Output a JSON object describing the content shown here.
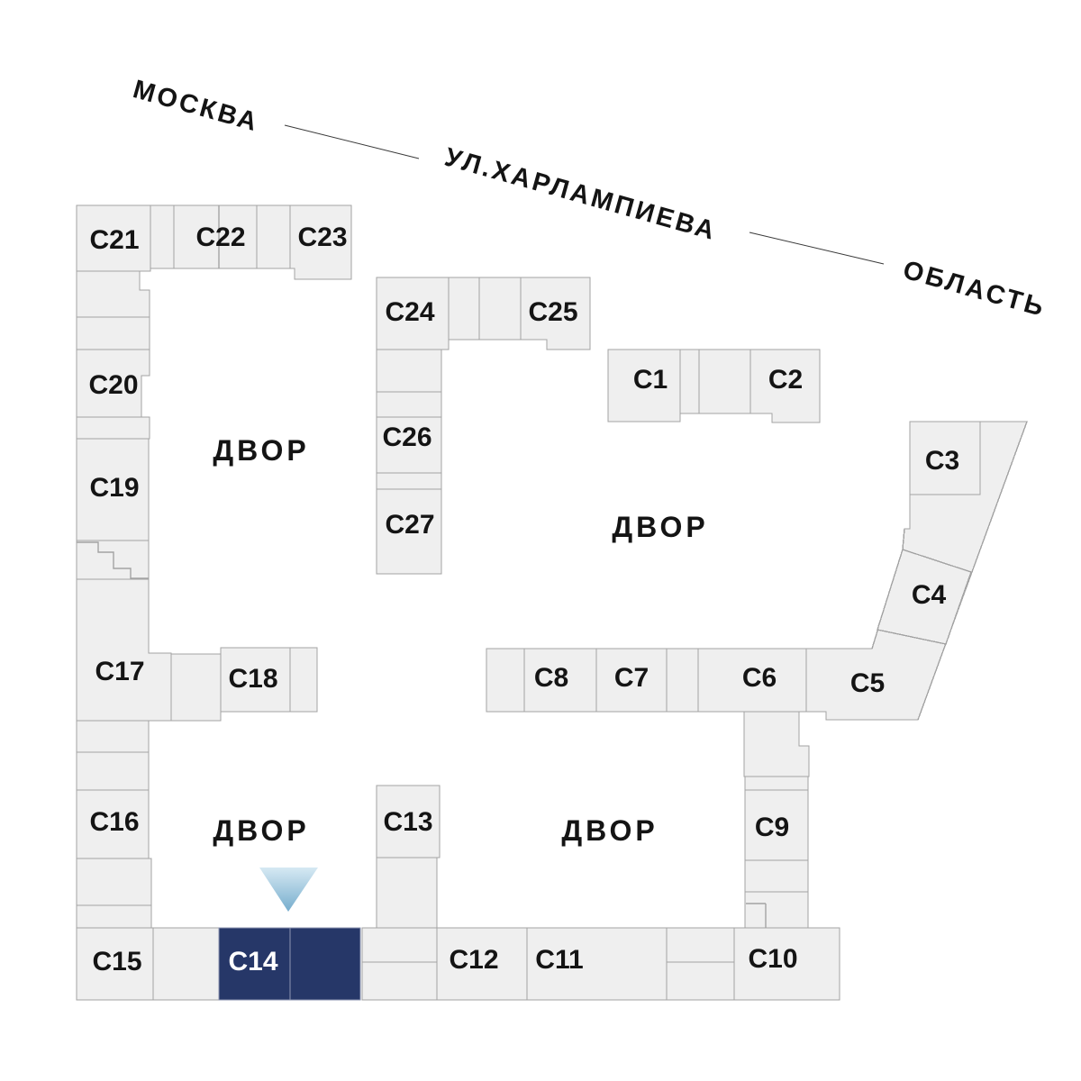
{
  "plan": {
    "selected_building": "С14",
    "marker_points_to": "С14"
  },
  "buildings": [
    {
      "id": "C1",
      "label": "С1",
      "highlighted": false
    },
    {
      "id": "C2",
      "label": "С2",
      "highlighted": false
    },
    {
      "id": "C3",
      "label": "С3",
      "highlighted": false
    },
    {
      "id": "C4",
      "label": "С4",
      "highlighted": false
    },
    {
      "id": "C5",
      "label": "С5",
      "highlighted": false
    },
    {
      "id": "C6",
      "label": "С6",
      "highlighted": false
    },
    {
      "id": "C7",
      "label": "С7",
      "highlighted": false
    },
    {
      "id": "C8",
      "label": "С8",
      "highlighted": false
    },
    {
      "id": "C9",
      "label": "С9",
      "highlighted": false
    },
    {
      "id": "C10",
      "label": "С10",
      "highlighted": false
    },
    {
      "id": "C11",
      "label": "С11",
      "highlighted": false
    },
    {
      "id": "C12",
      "label": "С12",
      "highlighted": false
    },
    {
      "id": "C13",
      "label": "С13",
      "highlighted": false
    },
    {
      "id": "C14",
      "label": "С14",
      "highlighted": true
    },
    {
      "id": "C15",
      "label": "С15",
      "highlighted": false
    },
    {
      "id": "C16",
      "label": "С16",
      "highlighted": false
    },
    {
      "id": "C17",
      "label": "С17",
      "highlighted": false
    },
    {
      "id": "C18",
      "label": "С18",
      "highlighted": false
    },
    {
      "id": "C19",
      "label": "С19",
      "highlighted": false
    },
    {
      "id": "C20",
      "label": "С20",
      "highlighted": false
    },
    {
      "id": "C21",
      "label": "С21",
      "highlighted": false
    },
    {
      "id": "C22",
      "label": "С22",
      "highlighted": false
    },
    {
      "id": "C23",
      "label": "С23",
      "highlighted": false
    },
    {
      "id": "C24",
      "label": "С24",
      "highlighted": false
    },
    {
      "id": "C25",
      "label": "С25",
      "highlighted": false
    },
    {
      "id": "C26",
      "label": "С26",
      "highlighted": false
    },
    {
      "id": "C27",
      "label": "С27",
      "highlighted": false
    }
  ],
  "courtyards": [
    {
      "id": "courtyard-top-left",
      "label": "ДВОР"
    },
    {
      "id": "courtyard-top-right",
      "label": "ДВОР"
    },
    {
      "id": "courtyard-bottom-left",
      "label": "ДВОР"
    },
    {
      "id": "courtyard-bottom-right",
      "label": "ДВОР"
    }
  ],
  "streets": [
    {
      "id": "moskva",
      "label": "МОСКВА"
    },
    {
      "id": "ul-kharlampieva",
      "label": "УЛ.ХАРЛАМПИЕВА"
    },
    {
      "id": "oblast",
      "label": "ОБЛАСТЬ"
    }
  ],
  "colors": {
    "background": "#ffffff",
    "plot_fill": "#efefef",
    "plot_stroke": "#a3a3a3",
    "highlight_fill": "#263768",
    "highlight_stroke": "#8d96b2",
    "label_color": "#141414",
    "highlight_label_color": "#ffffff",
    "street_text_color": "#141414",
    "street_line_color": "#3a3a3a",
    "arrow_gradient_top": "#d6e9f3",
    "arrow_gradient_bottom": "#76adcd"
  }
}
